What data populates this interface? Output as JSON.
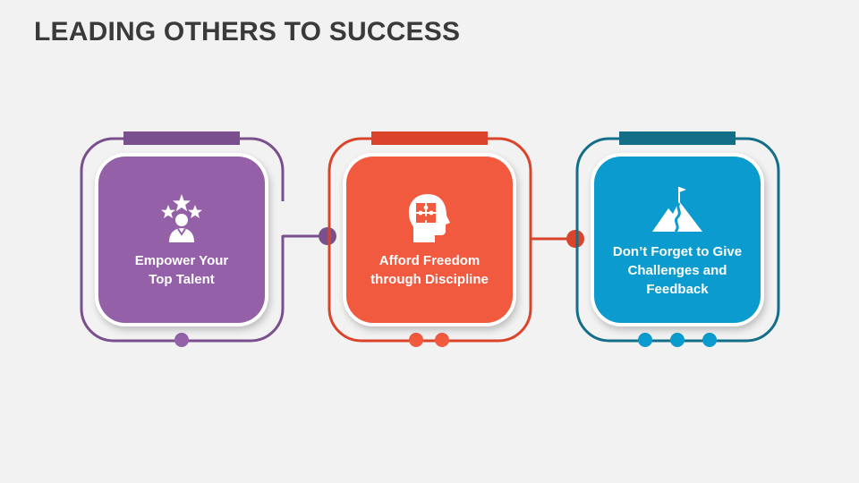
{
  "title": "LEADING OTHERS TO SUCCESS",
  "colors": {
    "background": "#f2f2f2",
    "purple": "#9460a7",
    "purple_line": "#7a4f8d",
    "red": "#f15a3e",
    "red_line": "#d9442a",
    "blue": "#0c9bce",
    "blue_line": "#136f88"
  },
  "steps": [
    {
      "label": "Empower Your Top Talent",
      "icon": "star-person-icon",
      "dots": 1
    },
    {
      "label": "Afford Freedom through Discipline",
      "icon": "head-puzzle-icon",
      "dots": 2
    },
    {
      "label": "Don’t Forget to Give Challenges and Feedback",
      "icon": "mountain-flag-icon",
      "dots": 3
    }
  ]
}
